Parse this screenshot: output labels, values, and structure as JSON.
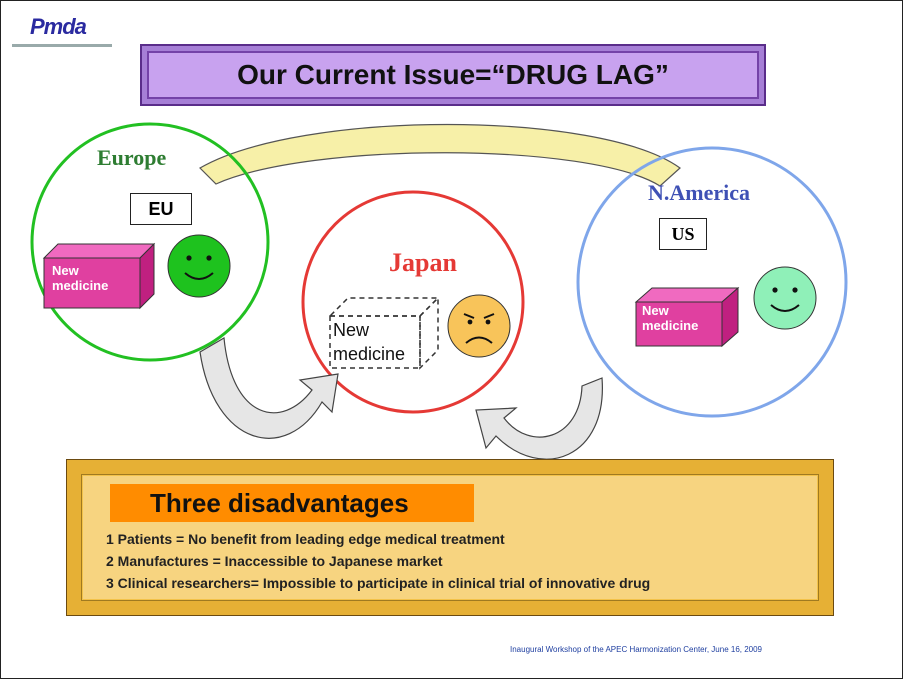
{
  "logo": {
    "text": "Pmda"
  },
  "title": "Our Current Issue=“DRUG LAG”",
  "regions": {
    "europe": {
      "name": "Europe",
      "code": "EU",
      "medicine": "New medicine"
    },
    "japan": {
      "name": "Japan",
      "medicine": "New medicine"
    },
    "namerica": {
      "name": "N.America",
      "code": "US",
      "medicine": "New medicine"
    }
  },
  "disadvantages": {
    "heading": "Three disadvantages",
    "items": [
      "1 Patients = No benefit from leading edge medical treatment",
      "2 Manufactures = Inaccessible to Japanese market",
      "3 Clinical researchers= Impossible to participate in clinical   trial of innovative drug"
    ]
  },
  "footer": "Inaugural Workshop of the APEC Harmonization Center, June 16, 2009",
  "colors": {
    "europe_circle": "#22c022",
    "japan_circle": "#e53935",
    "namerica_circle": "#7fa6ea",
    "title_bg": "#c8a2ef",
    "medicine_box": "#e040a0",
    "panel_bg": "#f3c24a",
    "heading_bar": "#ff8c00"
  }
}
